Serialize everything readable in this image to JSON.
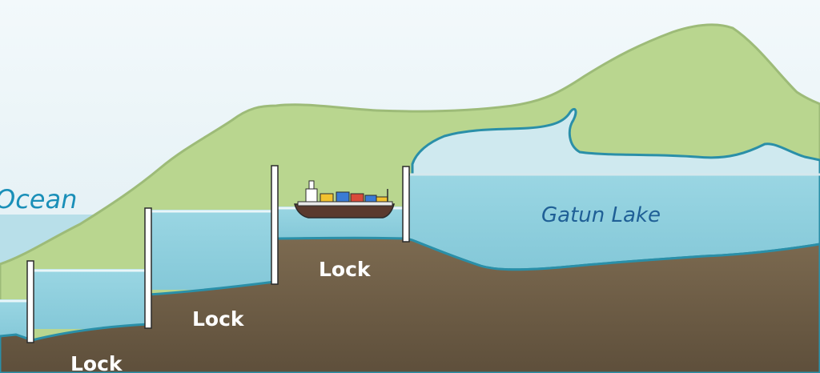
{
  "labels": {
    "ocean": "Ocean",
    "lake": "Gatun Lake",
    "lock_1": "Lock",
    "lock_2": "Lock",
    "lock_3": "Lock"
  },
  "colors": {
    "sky": "#e8f3f7",
    "hills": "#b9d68f",
    "hill_outline": "#8fae70",
    "water": "#8fd0de",
    "water_dark": "#2a8fa8",
    "earth": "#6b5a43",
    "earth_light": "#806c52",
    "gate": "#ffffff",
    "gate_outline": "#2b2b2b",
    "lock_label": "#ffffff",
    "ocean_label": "#1a8fb8",
    "lake_label": "#1f5f96"
  }
}
